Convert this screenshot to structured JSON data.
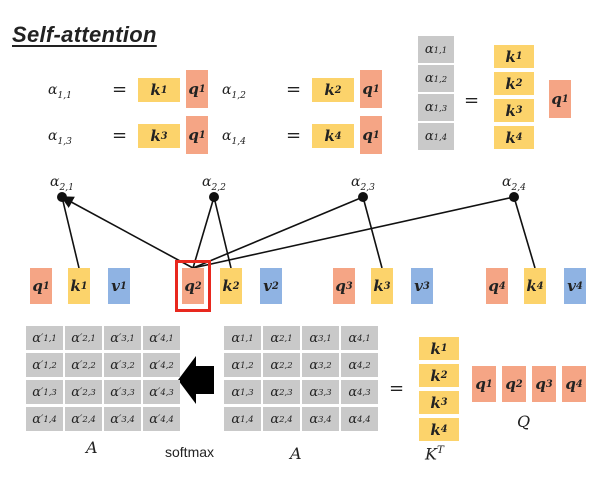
{
  "title": "Self-attention",
  "top_equations": [
    {
      "lhs": "α1,1",
      "k": "k1",
      "q": "q1"
    },
    {
      "lhs": "α1,2",
      "k": "k2",
      "q": "q1"
    },
    {
      "lhs": "α1,3",
      "k": "k3",
      "q": "q1"
    },
    {
      "lhs": "α1,4",
      "k": "k4",
      "q": "q1"
    }
  ],
  "alpha_column": [
    "α1,1",
    "α1,2",
    "α1,3",
    "α1,4"
  ],
  "k_column": [
    "k1",
    "k2",
    "k3",
    "k4"
  ],
  "q_single": "q1",
  "equals": "=",
  "node_labels": [
    "α2,1",
    "α2,2",
    "α2,3",
    "α2,4"
  ],
  "vectors": [
    {
      "q": "q1",
      "k": "k1",
      "v": "v1"
    },
    {
      "q": "q2",
      "k": "k2",
      "v": "v2",
      "highlight": true
    },
    {
      "q": "q3",
      "k": "k3",
      "v": "v3"
    },
    {
      "q": "q4",
      "k": "k4",
      "v": "v4"
    }
  ],
  "a_prime_matrix": [
    [
      "α'1,1",
      "α'2,1",
      "α'3,1",
      "α'4,1"
    ],
    [
      "α'1,2",
      "α'2,2",
      "α'3,2",
      "α'4,2"
    ],
    [
      "α'1,3",
      "α'2,3",
      "α'3,3",
      "α'4,3"
    ],
    [
      "α'1,4",
      "α'2,4",
      "α'3,4",
      "α'4,4"
    ]
  ],
  "a_matrix": [
    [
      "α1,1",
      "α2,1",
      "α3,1",
      "α4,1"
    ],
    [
      "α1,2",
      "α2,2",
      "α3,2",
      "α4,2"
    ],
    [
      "α1,3",
      "α2,3",
      "α3,3",
      "α4,3"
    ],
    [
      "α1,4",
      "α2,4",
      "α3,4",
      "α4,4"
    ]
  ],
  "kt_column": [
    "k1",
    "k2",
    "k3",
    "k4"
  ],
  "q_row": [
    "q1",
    "q2",
    "q3",
    "q4"
  ],
  "labels": {
    "a_prime": "A'",
    "softmax": "softmax",
    "a": "A",
    "kt": "KT",
    "q": "Q"
  },
  "colors": {
    "k": "#fcd36b",
    "q": "#f5a585",
    "v": "#8fb3e3",
    "alpha": "#c9c9c9",
    "highlight": "#e8281e"
  }
}
